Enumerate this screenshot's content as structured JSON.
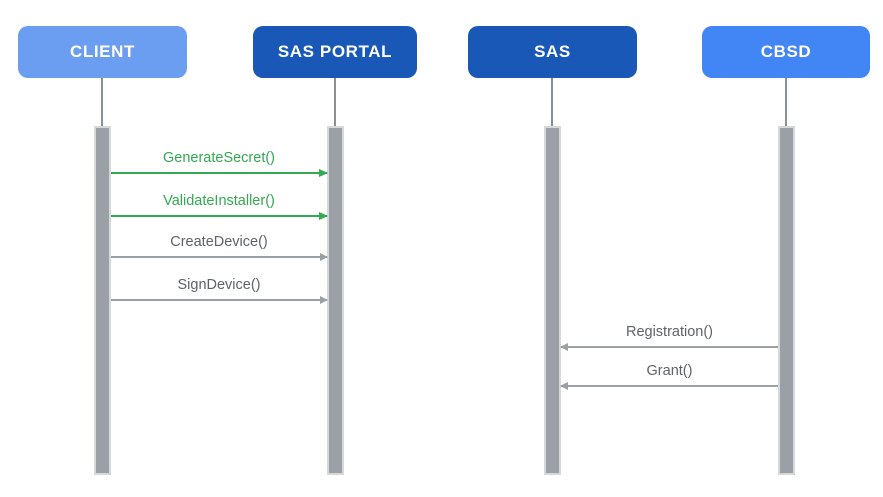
{
  "diagram": {
    "type": "sequence-diagram",
    "actors": [
      {
        "label": "CLIENT",
        "color": "#6B9DF1"
      },
      {
        "label": "SAS PORTAL",
        "color": "#1958B7"
      },
      {
        "label": "SAS",
        "color": "#1958B7"
      },
      {
        "label": "CBSD",
        "color": "#4285F4"
      }
    ],
    "messages": [
      {
        "label": "GenerateSecret()",
        "from": "CLIENT",
        "to": "SAS PORTAL",
        "direction": "right",
        "color": "#34A853"
      },
      {
        "label": "ValidateInstaller()",
        "from": "CLIENT",
        "to": "SAS PORTAL",
        "direction": "right",
        "color": "#34A853"
      },
      {
        "label": "CreateDevice()",
        "from": "CLIENT",
        "to": "SAS PORTAL",
        "direction": "right",
        "color": "#9AA0A6"
      },
      {
        "label": "SignDevice()",
        "from": "CLIENT",
        "to": "SAS PORTAL",
        "direction": "right",
        "color": "#9AA0A6"
      },
      {
        "label": "Registration()",
        "from": "CBSD",
        "to": "SAS",
        "direction": "left",
        "color": "#9AA0A6"
      },
      {
        "label": "Grant()",
        "from": "CBSD",
        "to": "SAS",
        "direction": "left",
        "color": "#9AA0A6"
      }
    ],
    "colors": {
      "background": "#ffffff",
      "client_box": "#6B9DF1",
      "dark_blue_box": "#1958B7",
      "cbsd_box": "#4285F4",
      "green_message": "#34A853",
      "gray_message_text": "#5F6368",
      "gray_arrow": "#9AA0A6",
      "activation_bar_fill": "#9AA0A6",
      "activation_bar_border": "#D6D9DC",
      "lifeline": "#8A9097"
    }
  }
}
